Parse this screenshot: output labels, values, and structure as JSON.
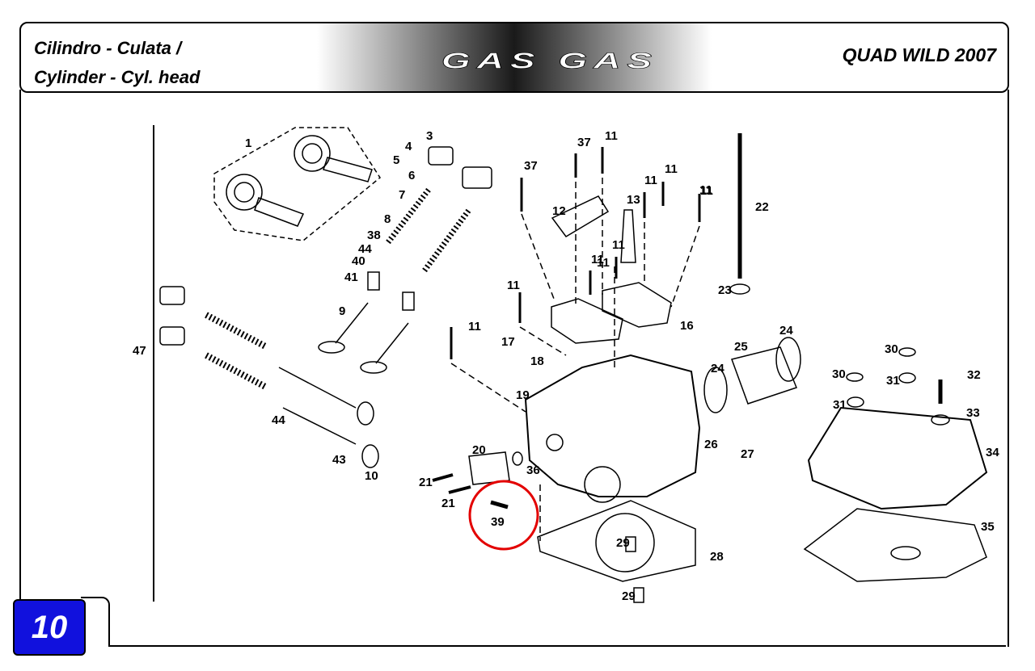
{
  "header": {
    "title_es": "Cilindro - Culata /",
    "title_en": "Cylinder - Cyl. head",
    "brand": "GAS GAS",
    "model": "QUAD WILD 2007"
  },
  "page_number": "10",
  "highlight_color": "#e30000",
  "page_tab_color": "#1111dd",
  "part_labels": [
    "1",
    "3",
    "4",
    "5",
    "6",
    "7",
    "8",
    "38",
    "44",
    "40",
    "41",
    "9",
    "47",
    "44",
    "43",
    "10",
    "37",
    "37",
    "11",
    "11",
    "11",
    "11",
    "11",
    "12",
    "13",
    "11",
    "11",
    "11",
    "11",
    "11",
    "22",
    "23",
    "16",
    "17",
    "18",
    "19",
    "24",
    "25",
    "24",
    "20",
    "36",
    "21",
    "21",
    "39",
    "26",
    "27",
    "29",
    "28",
    "29",
    "30",
    "30",
    "31",
    "31",
    "32",
    "33",
    "34",
    "35"
  ],
  "highlighted_part": "39"
}
